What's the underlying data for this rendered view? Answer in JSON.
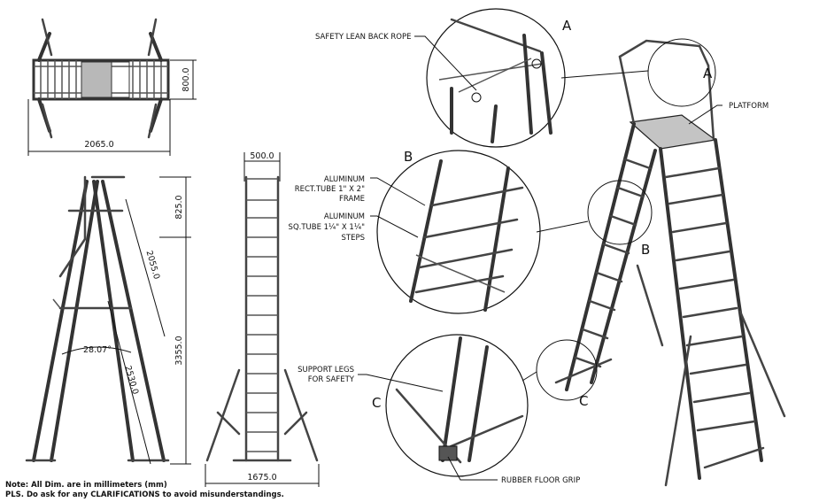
{
  "dimensions": {
    "top_width": "2065.0",
    "top_depth": "800.0",
    "rail_height": "825.0",
    "rail_length": "2055.0",
    "total_height": "3355.0",
    "leg_length": "2530.0",
    "angle": "28.07°",
    "front_width": "500.0",
    "base_width": "1675.0"
  },
  "callouts": {
    "safety_rope": "SAFETY LEAN BACK ROPE",
    "platform": "PLATFORM",
    "frame_line1": "ALUMINUM",
    "frame_line2": "RECT.TUBE 1\" X 2\"",
    "frame_line3": "FRAME",
    "steps_line1": "ALUMINUM",
    "steps_line2": "SQ.TUBE 1¼\" X 1¼\"",
    "steps_line3": "STEPS",
    "support_line1": "SUPPORT LEGS",
    "support_line2": "FOR SAFETY",
    "floor_grip": "RUBBER FLOOR GRIP"
  },
  "detail_letters": {
    "a": "A",
    "b": "B",
    "c": "C"
  },
  "notes": {
    "line1": "Note: All Dim. are in millimeters (mm)",
    "line2": "PLS. Do ask for any CLARIFICATIONS to avoid misunderstandings."
  }
}
